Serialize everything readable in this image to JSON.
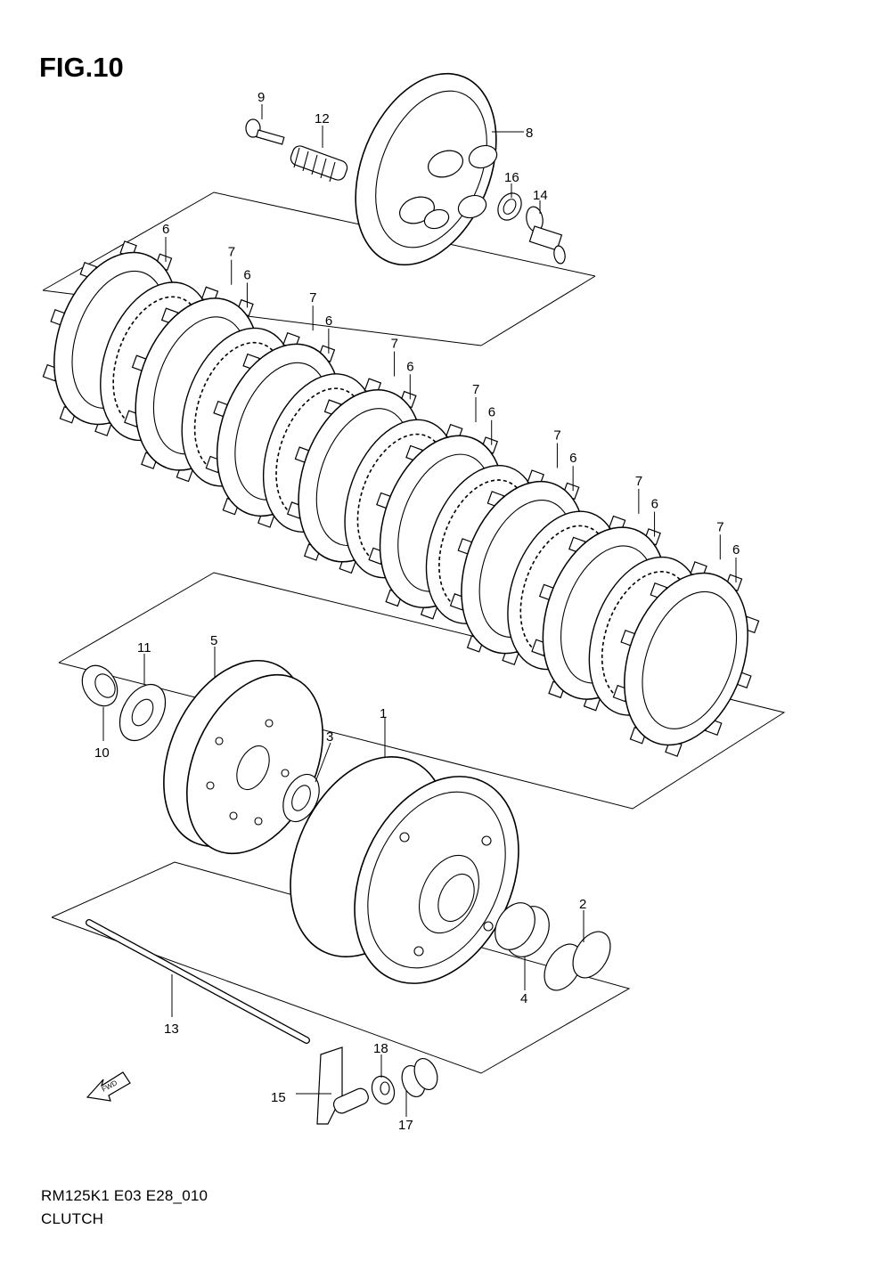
{
  "figure": {
    "title": "FIG.10",
    "code": "RM125K1 E03 E28_010",
    "name": "CLUTCH",
    "fwd_label": "FWD"
  },
  "callouts": [
    "1",
    "2",
    "3",
    "4",
    "5",
    "6",
    "7",
    "8",
    "9",
    "10",
    "11",
    "12",
    "13",
    "14",
    "16",
    "15",
    "17",
    "18"
  ],
  "plates": [
    {
      "type": "6",
      "label": "6"
    },
    {
      "type": "7",
      "label": "7"
    },
    {
      "type": "6",
      "label": "6"
    },
    {
      "type": "7",
      "label": "7"
    },
    {
      "type": "6",
      "label": "6"
    },
    {
      "type": "7",
      "label": "7"
    },
    {
      "type": "6",
      "label": "6"
    },
    {
      "type": "7",
      "label": "7"
    },
    {
      "type": "6",
      "label": "6"
    },
    {
      "type": "7",
      "label": "7"
    },
    {
      "type": "6",
      "label": "6"
    },
    {
      "type": "7",
      "label": "7"
    },
    {
      "type": "6",
      "label": "6"
    },
    {
      "type": "7",
      "label": "7"
    },
    {
      "type": "6",
      "label": "6"
    }
  ]
}
